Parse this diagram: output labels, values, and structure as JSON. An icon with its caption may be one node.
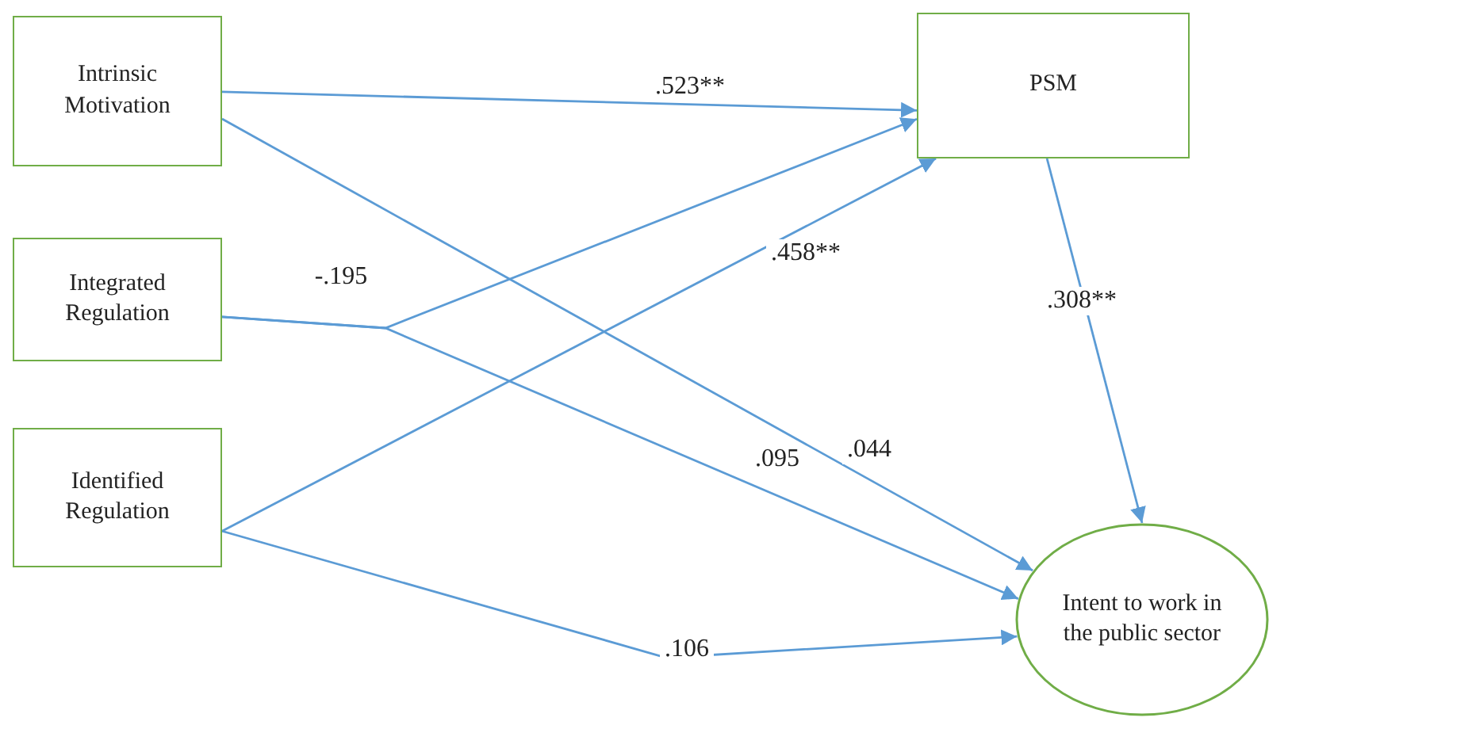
{
  "diagram": {
    "nodes": [
      {
        "text": [
          "Intrinsic Motivation"
        ]
      },
      {
        "text": [
          "Integrated Regulation"
        ]
      },
      {
        "text": [
          "Identified Regulation"
        ]
      },
      {
        "text": [
          "PSM"
        ]
      },
      {
        "text": [
          "Intent to work in the public sector"
        ]
      }
    ],
    "edges": [
      {
        "from": 0,
        "to": 3,
        "arrow": "to",
        "label": ".523**"
      },
      {
        "from": 0,
        "to": 4,
        "arrow": "to",
        "label": ".044"
      },
      {
        "from": 1,
        "to": 3,
        "arrow": "to",
        "label": "-.195"
      },
      {
        "from": 1,
        "to": 4,
        "arrow": "to",
        "label": ".095"
      },
      {
        "from": 2,
        "to": 3,
        "arrow": "to",
        "label": ".458**"
      },
      {
        "from": 2,
        "to": 4,
        "arrow": "to",
        "label": ".106"
      },
      {
        "from": 3,
        "to": 4,
        "arrow": "to",
        "label": ".308**"
      }
    ]
  }
}
